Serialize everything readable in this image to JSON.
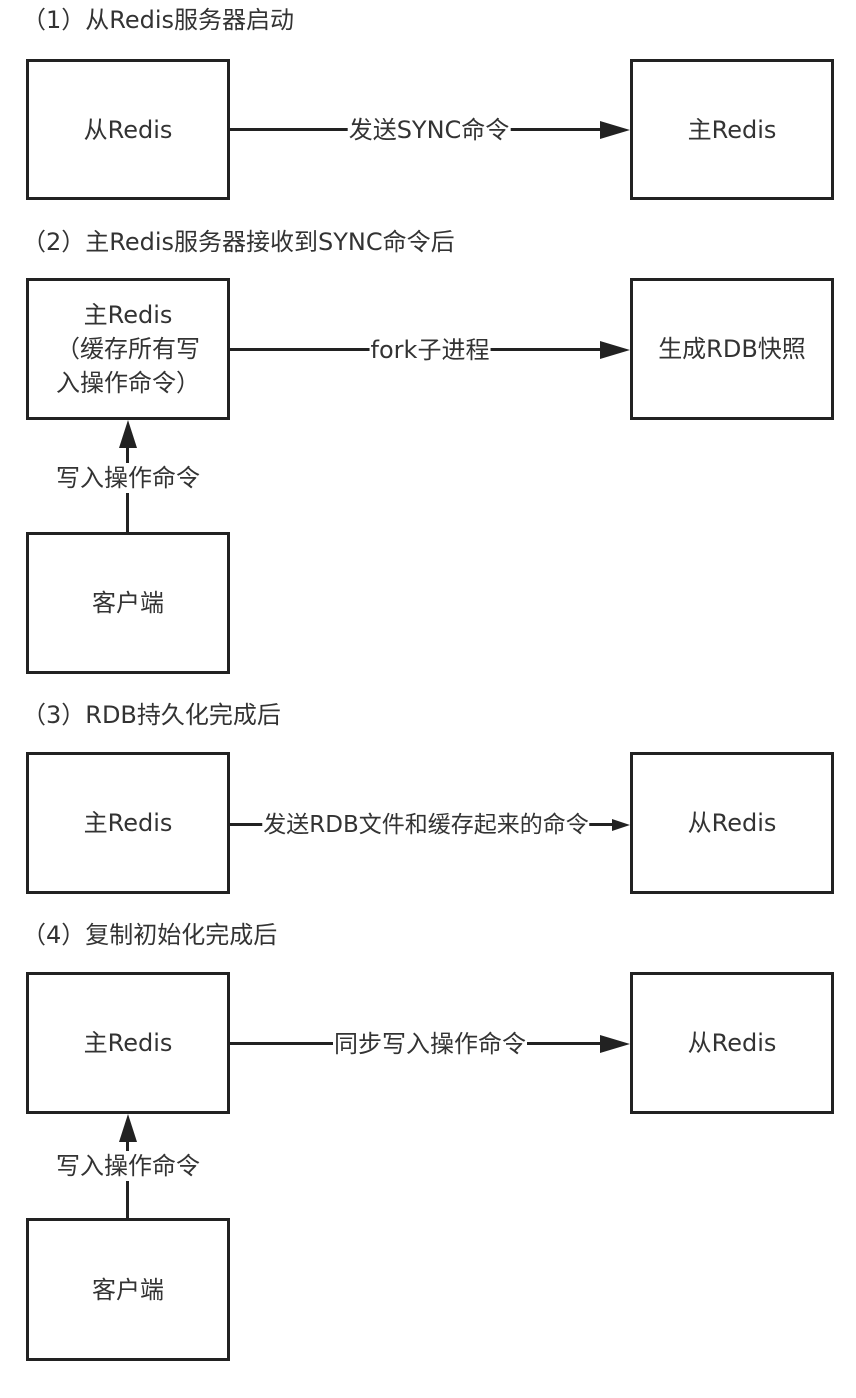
{
  "diagram": {
    "steps": [
      {
        "title": "（1）从Redis服务器启动",
        "left_node": [
          "从Redis"
        ],
        "right_node": [
          "主Redis"
        ],
        "edge_label": "发送SYNC命令"
      },
      {
        "title": "（2）主Redis服务器接收到SYNC命令后",
        "left_node": [
          "主Redis",
          "（缓存所有写",
          "入操作命令）"
        ],
        "right_node": [
          "生成RDB快照"
        ],
        "edge_label": "fork子进程",
        "client_node": [
          "客户端"
        ],
        "client_edge_label": "写入操作命令"
      },
      {
        "title": "（3）RDB持久化完成后",
        "left_node": [
          "主Redis"
        ],
        "right_node": [
          "从Redis"
        ],
        "edge_label": "发送RDB文件和缓存起来的命令"
      },
      {
        "title": "（4）复制初始化完成后",
        "left_node": [
          "主Redis"
        ],
        "right_node": [
          "从Redis"
        ],
        "edge_label": "同步写入操作命令",
        "client_node": [
          "客户端"
        ],
        "client_edge_label": "写入操作命令"
      }
    ]
  }
}
